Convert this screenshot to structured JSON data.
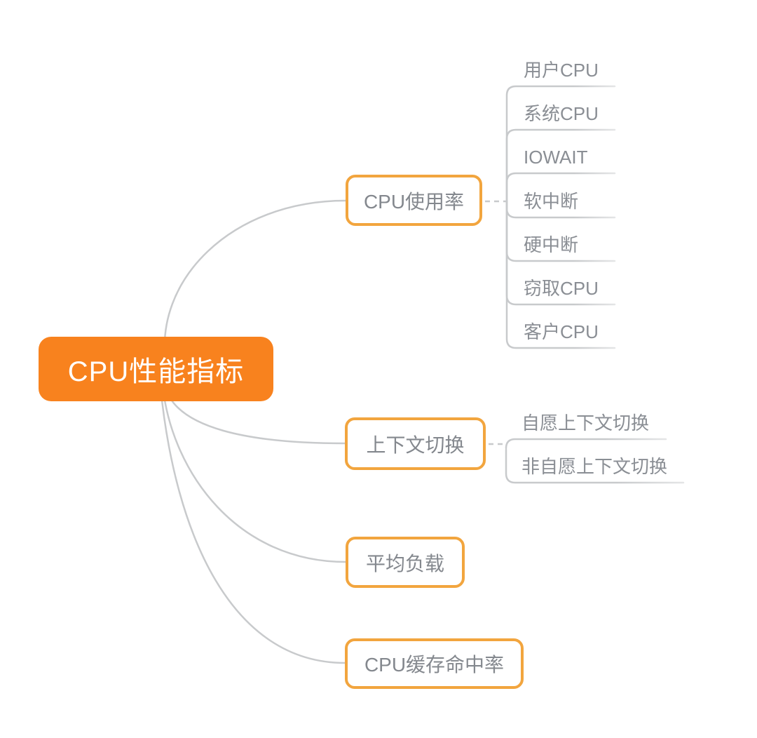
{
  "diagram": {
    "type": "mindmap",
    "root": {
      "label": "CPU性能指标"
    },
    "branches": [
      {
        "label": "CPU使用率",
        "children": [
          "用户CPU",
          "系统CPU",
          "IOWAIT",
          "软中断",
          "硬中断",
          "窃取CPU",
          "客户CPU"
        ]
      },
      {
        "label": "上下文切换",
        "children": [
          "自愿上下文切换",
          "非自愿上下文切换"
        ]
      },
      {
        "label": "平均负载",
        "children": []
      },
      {
        "label": "CPU缓存命中率",
        "children": []
      }
    ],
    "colors": {
      "root_fill": "#F8821E",
      "root_text": "#FFFFFF",
      "branch_border": "#F2A53E",
      "node_text": "#84888E",
      "leaf_text": "#8A8E94",
      "connector_line": "#C8CACC"
    }
  }
}
